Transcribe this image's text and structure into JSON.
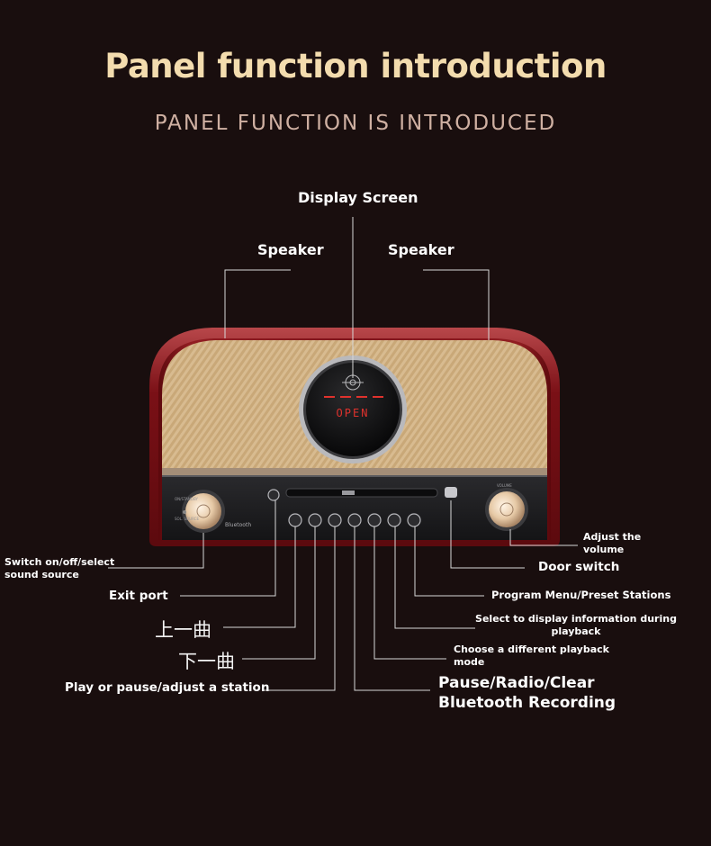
{
  "header": {
    "title": "Panel function introduction",
    "subtitle": "PANEL FUNCTION IS INTRODUCED"
  },
  "device": {
    "display_text": "OPEN",
    "bluetooth_label": "Bluetooth",
    "colors": {
      "wood": "#7a1016",
      "fabric": "#d6b98e",
      "panel": "#1e1e20",
      "display_red": "#e0322d"
    }
  },
  "callouts": {
    "display_screen": "Display Screen",
    "speaker_left": "Speaker",
    "speaker_right": "Speaker",
    "adjust_volume": "Adjust the volume",
    "switch_source": "Switch on/off/select sound source",
    "door_switch": "Door switch",
    "exit_port": "Exit port",
    "program_menu": "Program Menu/Preset Stations",
    "prev_track": "上一曲",
    "select_display": "Select to display information during playback",
    "next_track": "下一曲",
    "playback_mode": "Choose a different playback mode",
    "play_pause": "Play or pause/adjust a station",
    "pause_radio": "Pause/Radio/Clear Bluetooth Recording"
  }
}
